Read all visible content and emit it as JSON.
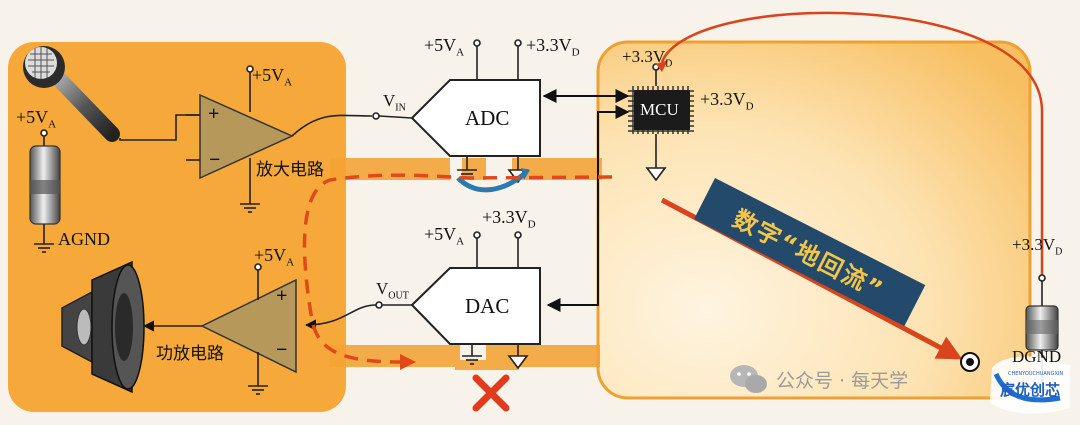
{
  "diagram": {
    "adc_label": "ADC",
    "dac_label": "DAC",
    "mcu_label": "MCU",
    "vin_label": "V",
    "vin_sub": "IN",
    "vout_label": "V",
    "vout_sub": "OUT",
    "amp_label": "放大电路",
    "power_amp_label": "功放电路",
    "agnd_label": "AGND",
    "dgnd_label": "DGND",
    "plus5va": {
      "main": "+5V",
      "sub": "A"
    },
    "plus33vd": {
      "main": "+3.3V",
      "sub": "D"
    },
    "banner_text": "数字“地回流”",
    "opamp_plus": "+",
    "opamp_minus": "−"
  },
  "watermark": {
    "text": "公众号 · 每天学",
    "logo_text": "宸优创芯",
    "logo_small": "CHENYOUCHUANGXIN"
  },
  "colors": {
    "analog_region": "#f6a93a",
    "digital_region": "#fbd9a0",
    "trace": "#f0a030",
    "return_arrow": "#d9441c",
    "opamp_fill": "#b5985a",
    "banner_bg": "#234a6a",
    "banner_text": "#f3c64a",
    "cross": "#e23a1c"
  }
}
